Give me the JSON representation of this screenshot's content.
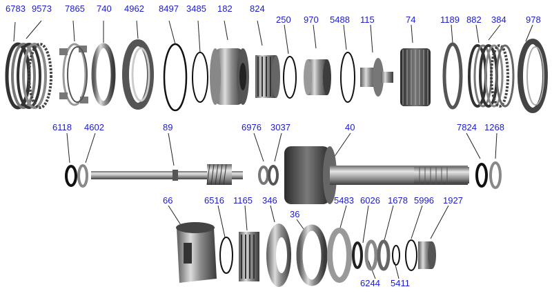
{
  "labels": {
    "p6783": "6783",
    "p9573": "9573",
    "p7865": "7865",
    "p740": "740",
    "p4962": "4962",
    "p8497": "8497",
    "p3485": "3485",
    "p182": "182",
    "p824": "824",
    "p250": "250",
    "p970": "970",
    "p5488": "5488",
    "p115": "115",
    "p74": "74",
    "p1189": "1189",
    "p882": "882",
    "p384": "384",
    "p978": "978",
    "p6118": "6118",
    "p4602": "4602",
    "p89": "89",
    "p6976": "6976",
    "p3037": "3037",
    "p40": "40",
    "p7824": "7824",
    "p1268": "1268",
    "p66": "66",
    "p6516": "6516",
    "p1165": "1165",
    "p346": "346",
    "p36": "36",
    "p5483": "5483",
    "p6026": "6026",
    "p1678": "1678",
    "p5996": "5996",
    "p1927": "1927",
    "p6244": "6244",
    "p5411": "5411"
  },
  "colors": {
    "label_text": "#1a1ad6",
    "leader_line": "#222222",
    "metal_light": "#d6d6d6",
    "metal_mid": "#9a9a9a",
    "metal_dark": "#3c3c3c"
  }
}
